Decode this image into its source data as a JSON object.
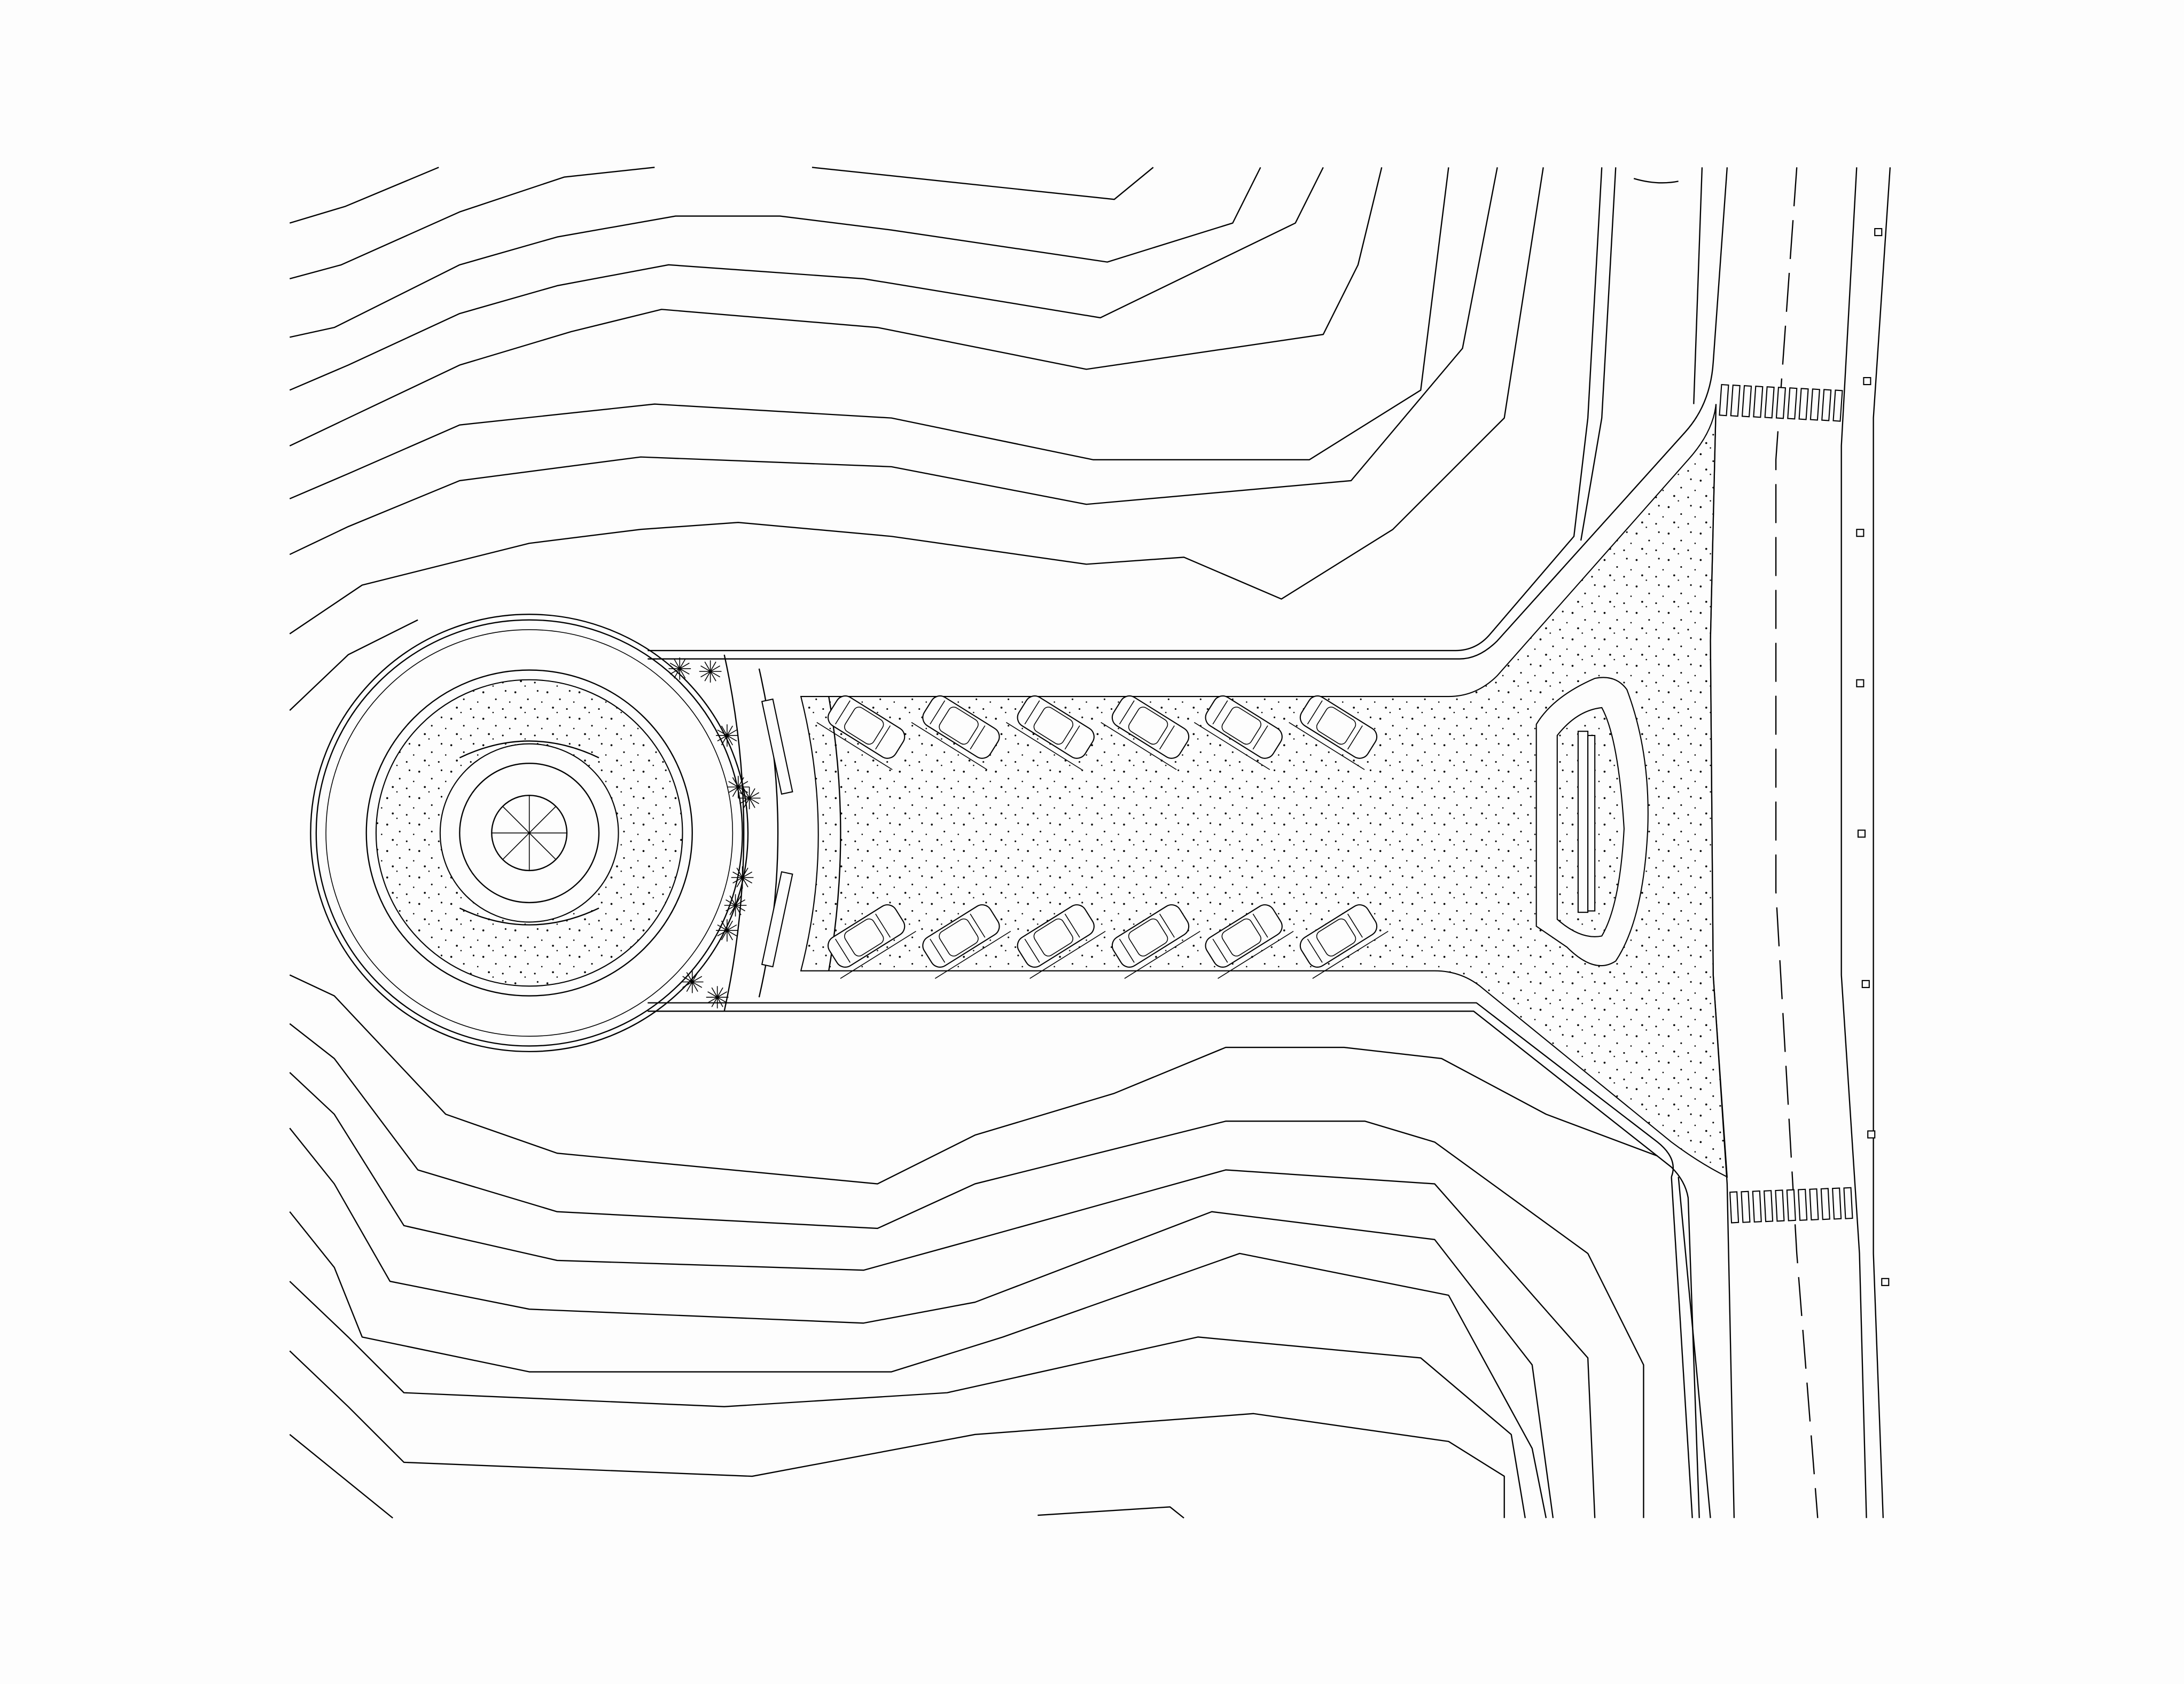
{
  "colors": {
    "background": "#fdfdfd",
    "line": "#000000"
  },
  "parking": {
    "cars_top_row": 6,
    "cars_bottom_row": 6
  },
  "crosswalks": {
    "stripes_north": 11,
    "stripes_south": 11
  }
}
